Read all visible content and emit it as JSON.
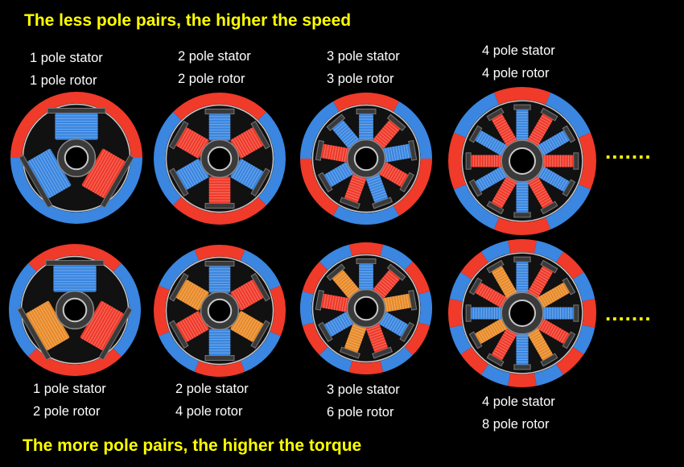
{
  "headline_top": "The less pole pairs, the higher the speed",
  "headline_bottom": "The more pole pairs, the higher the torque",
  "ellipsis": ".......",
  "colors": {
    "red": "#f03a2a",
    "blue": "#3a86e0",
    "orange": "#e88a28",
    "gray": "#3a3a3a",
    "light_gray": "#c8c8c8",
    "headline": "#ffff00"
  },
  "top_row": [
    {
      "stator": "1 pole stator",
      "rotor": "1 pole rotor",
      "stator_poles": 1,
      "rotor_poles": 1
    },
    {
      "stator": "2 pole stator",
      "rotor": "2 pole rotor",
      "stator_poles": 2,
      "rotor_poles": 2
    },
    {
      "stator": "3 pole stator",
      "rotor": "3 pole rotor",
      "stator_poles": 3,
      "rotor_poles": 3
    },
    {
      "stator": "4 pole stator",
      "rotor": "4 pole rotor",
      "stator_poles": 4,
      "rotor_poles": 4
    }
  ],
  "bottom_row": [
    {
      "stator": "1 pole stator",
      "rotor": "2 pole rotor",
      "stator_poles": 1,
      "rotor_poles": 2
    },
    {
      "stator": "2 pole stator",
      "rotor": "4 pole rotor",
      "stator_poles": 2,
      "rotor_poles": 4
    },
    {
      "stator": "3 pole stator",
      "rotor": "6 pole rotor",
      "stator_poles": 3,
      "rotor_poles": 6
    },
    {
      "stator": "4 pole stator",
      "rotor": "8 pole rotor",
      "stator_poles": 4,
      "rotor_poles": 8
    }
  ]
}
